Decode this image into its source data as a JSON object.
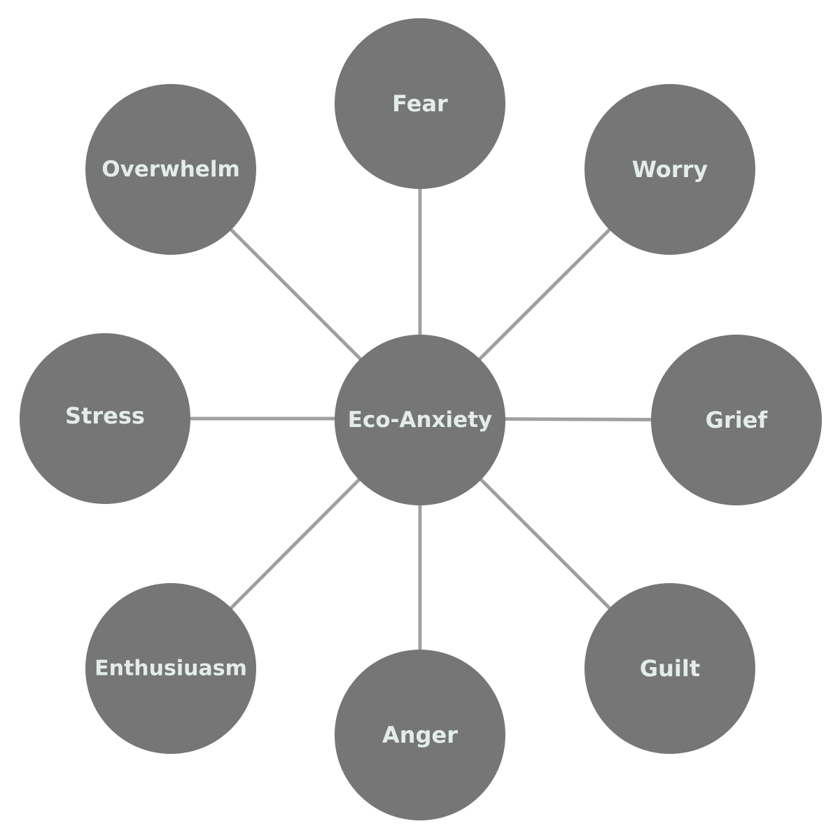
{
  "colors": {
    "node_fill": "#767676",
    "line": "#a0a0a0",
    "label": "#e4ece9",
    "background": "#ffffff"
  },
  "center": {
    "label": "Eco-Anxiety"
  },
  "nodes": [
    {
      "id": "fear",
      "label": "Fear"
    },
    {
      "id": "worry",
      "label": "Worry"
    },
    {
      "id": "grief",
      "label": "Grief"
    },
    {
      "id": "guilt",
      "label": "Guilt"
    },
    {
      "id": "anger",
      "label": "Anger"
    },
    {
      "id": "enthusiuasm",
      "label": "Enthusiuasm"
    },
    {
      "id": "stress",
      "label": "Stress"
    },
    {
      "id": "overwhelm",
      "label": "Overwhelm"
    }
  ]
}
